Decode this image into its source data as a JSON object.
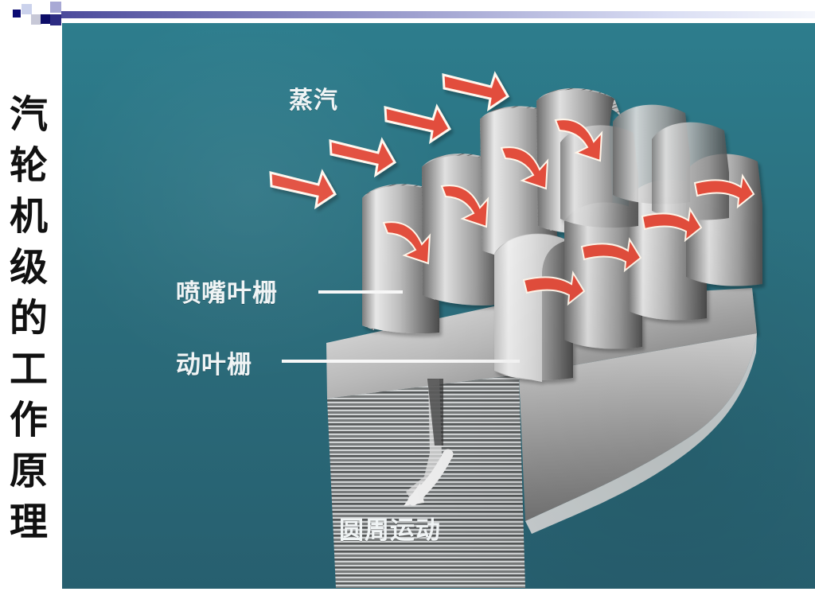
{
  "slide": {
    "title_chars": [
      "汽",
      "轮",
      "机",
      "级",
      "的",
      "工",
      "作",
      "原",
      "理"
    ],
    "image": {
      "labels": {
        "steam": "蒸汽",
        "nozzle_cascade": "喷嘴叶栅",
        "rotor_cascade": "动叶栅",
        "circumferential_motion": "圆周运动"
      },
      "colors": {
        "background": "#2b7283",
        "steam_arrow": "#e24d3c",
        "blade_light": "#d9d9d9",
        "blade_dark": "#575757",
        "label_text": "#f0f4f5"
      }
    }
  }
}
